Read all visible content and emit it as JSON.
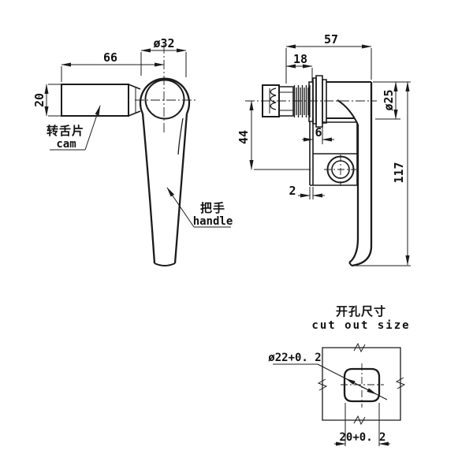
{
  "drawing": {
    "front_view": {
      "labels": {
        "cam_cn": "转舌片",
        "cam_en": "cam",
        "handle_cn": "把手",
        "handle_en": "handle"
      },
      "dims": {
        "cam_length": "66",
        "cam_height": "20",
        "hub_diameter": "ø32"
      }
    },
    "side_view": {
      "dims": {
        "depth": "57",
        "thread_length": "18",
        "stem_diameter": "ø25",
        "cam_center_offset": "44",
        "clamp_range": "6",
        "plate_thickness": "2",
        "overall_height": "117"
      }
    },
    "cutout_view": {
      "title_cn": "开孔尺寸",
      "title_en": "cut out size",
      "dims": {
        "hole_diameter": "ø22+0. 2",
        "across_flats": "20+0. 2"
      }
    },
    "colors": {
      "line": "#1b1b1b",
      "background": "#ffffff"
    }
  }
}
